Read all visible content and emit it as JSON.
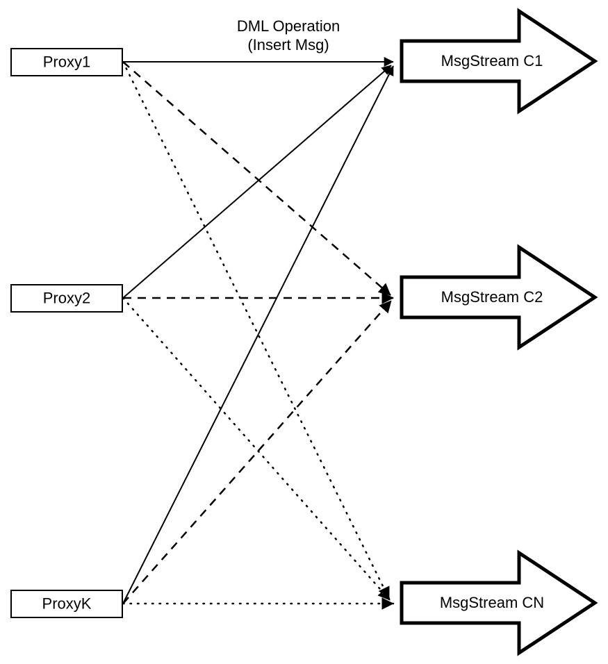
{
  "diagram": {
    "title": "Proxy to MsgStream channel fan-out",
    "background_color": "#ffffff",
    "stroke_color": "#000000",
    "annotation": {
      "line1": "DML Operation",
      "line2": "(Insert Msg)"
    },
    "proxies": [
      {
        "id": "proxy1",
        "label": "Proxy1"
      },
      {
        "id": "proxy2",
        "label": "Proxy2"
      },
      {
        "id": "proxyK",
        "label": "ProxyK"
      }
    ],
    "streams": [
      {
        "id": "stream-c1",
        "label": "MsgStream C1"
      },
      {
        "id": "stream-c2",
        "label": "MsgStream C2"
      },
      {
        "id": "stream-cn",
        "label": "MsgStream CN"
      }
    ],
    "edges": [
      {
        "id": "proxy1-to-c1",
        "from": "Proxy1",
        "to": "MsgStream C1",
        "style": "solid"
      },
      {
        "id": "proxy1-to-c2",
        "from": "Proxy1",
        "to": "MsgStream C2",
        "style": "dashed"
      },
      {
        "id": "proxy1-to-cn",
        "from": "Proxy1",
        "to": "MsgStream CN",
        "style": "dotted"
      },
      {
        "id": "proxy2-to-c1",
        "from": "Proxy2",
        "to": "MsgStream C1",
        "style": "solid"
      },
      {
        "id": "proxy2-to-c2",
        "from": "Proxy2",
        "to": "MsgStream C2",
        "style": "dashed"
      },
      {
        "id": "proxy2-to-cn",
        "from": "Proxy2",
        "to": "MsgStream CN",
        "style": "dotted"
      },
      {
        "id": "proxyK-to-c1",
        "from": "ProxyK",
        "to": "MsgStream C1",
        "style": "solid"
      },
      {
        "id": "proxyK-to-c2",
        "from": "ProxyK",
        "to": "MsgStream C2",
        "style": "dashed"
      },
      {
        "id": "proxyK-to-cn",
        "from": "ProxyK",
        "to": "MsgStream CN",
        "style": "dotted"
      }
    ]
  }
}
